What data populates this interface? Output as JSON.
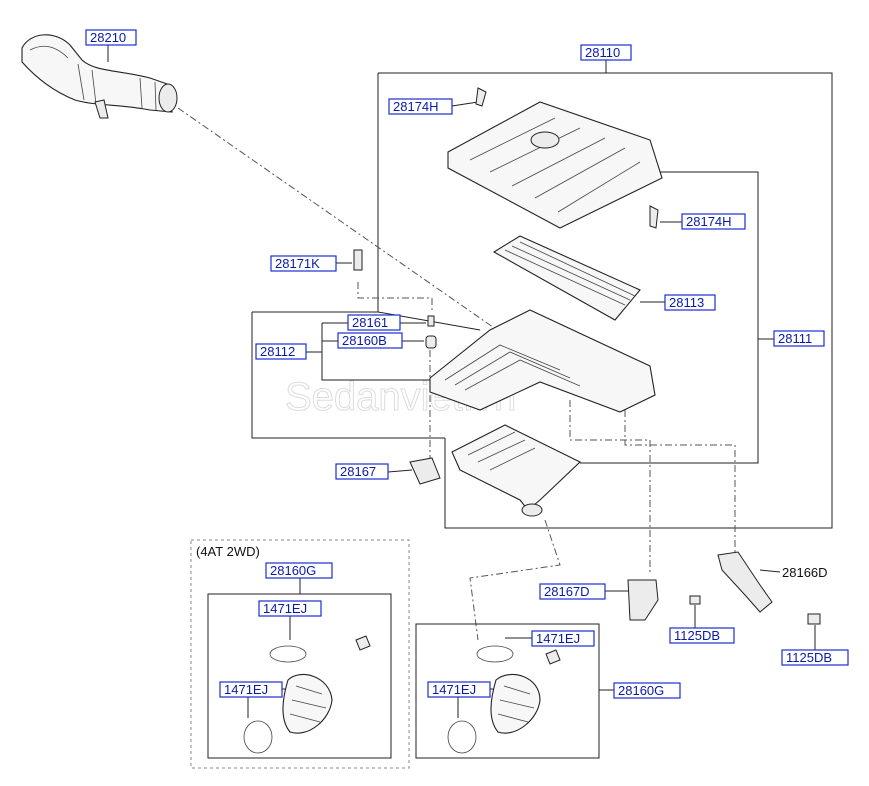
{
  "watermark": "Sedanviet.vn",
  "variant_note": "(4AT 2WD)",
  "parts": {
    "p28210": "28210",
    "p28110": "28110",
    "p28174H_top": "28174H",
    "p28174H_right": "28174H",
    "p28171K": "28171K",
    "p28113": "28113",
    "p28111": "28111",
    "p28161": "28161",
    "p28160B": "28160B",
    "p28112": "28112",
    "p28167": "28167",
    "p28160G_left": "28160G",
    "p28160G_right": "28160G",
    "p1471EJ_l1": "1471EJ",
    "p1471EJ_l2": "1471EJ",
    "p1471EJ_r1": "1471EJ",
    "p1471EJ_r2": "1471EJ",
    "p28167D": "28167D",
    "p28166D": "28166D",
    "p1125DB_a": "1125DB",
    "p1125DB_b": "1125DB"
  }
}
